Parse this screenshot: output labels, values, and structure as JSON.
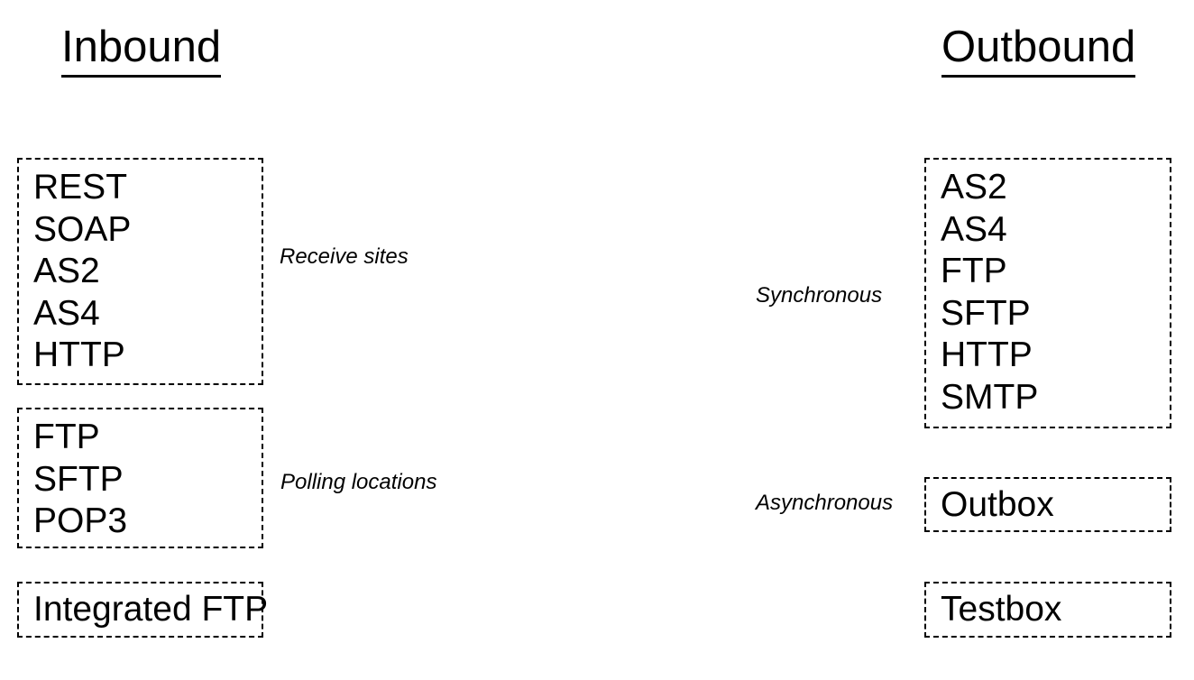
{
  "diagram": {
    "columns": {
      "inbound": {
        "title": "Inbound"
      },
      "outbound": {
        "title": "Outbound"
      }
    },
    "inbound_groups": [
      {
        "id": "receive-sites",
        "annotation": "Receive sites",
        "items": [
          "REST",
          "SOAP",
          "AS2",
          "AS4",
          "HTTP"
        ]
      },
      {
        "id": "polling-locations",
        "annotation": "Polling locations",
        "items": [
          "FTP",
          "SFTP",
          "POP3"
        ]
      },
      {
        "id": "integrated-ftp",
        "annotation": "",
        "items": [
          "Integrated FTP"
        ]
      }
    ],
    "outbound_groups": [
      {
        "id": "synchronous",
        "annotation": "Synchronous",
        "items": [
          "AS2",
          "AS4",
          "FTP",
          "SFTP",
          "HTTP",
          "SMTP"
        ]
      },
      {
        "id": "asynchronous",
        "annotation": "Asynchronous",
        "items": [
          "Outbox"
        ]
      },
      {
        "id": "testbox",
        "annotation": "",
        "items": [
          "Testbox"
        ]
      }
    ],
    "style": {
      "background": "#ffffff",
      "ink": "#000000",
      "border_style": "dashed"
    }
  }
}
